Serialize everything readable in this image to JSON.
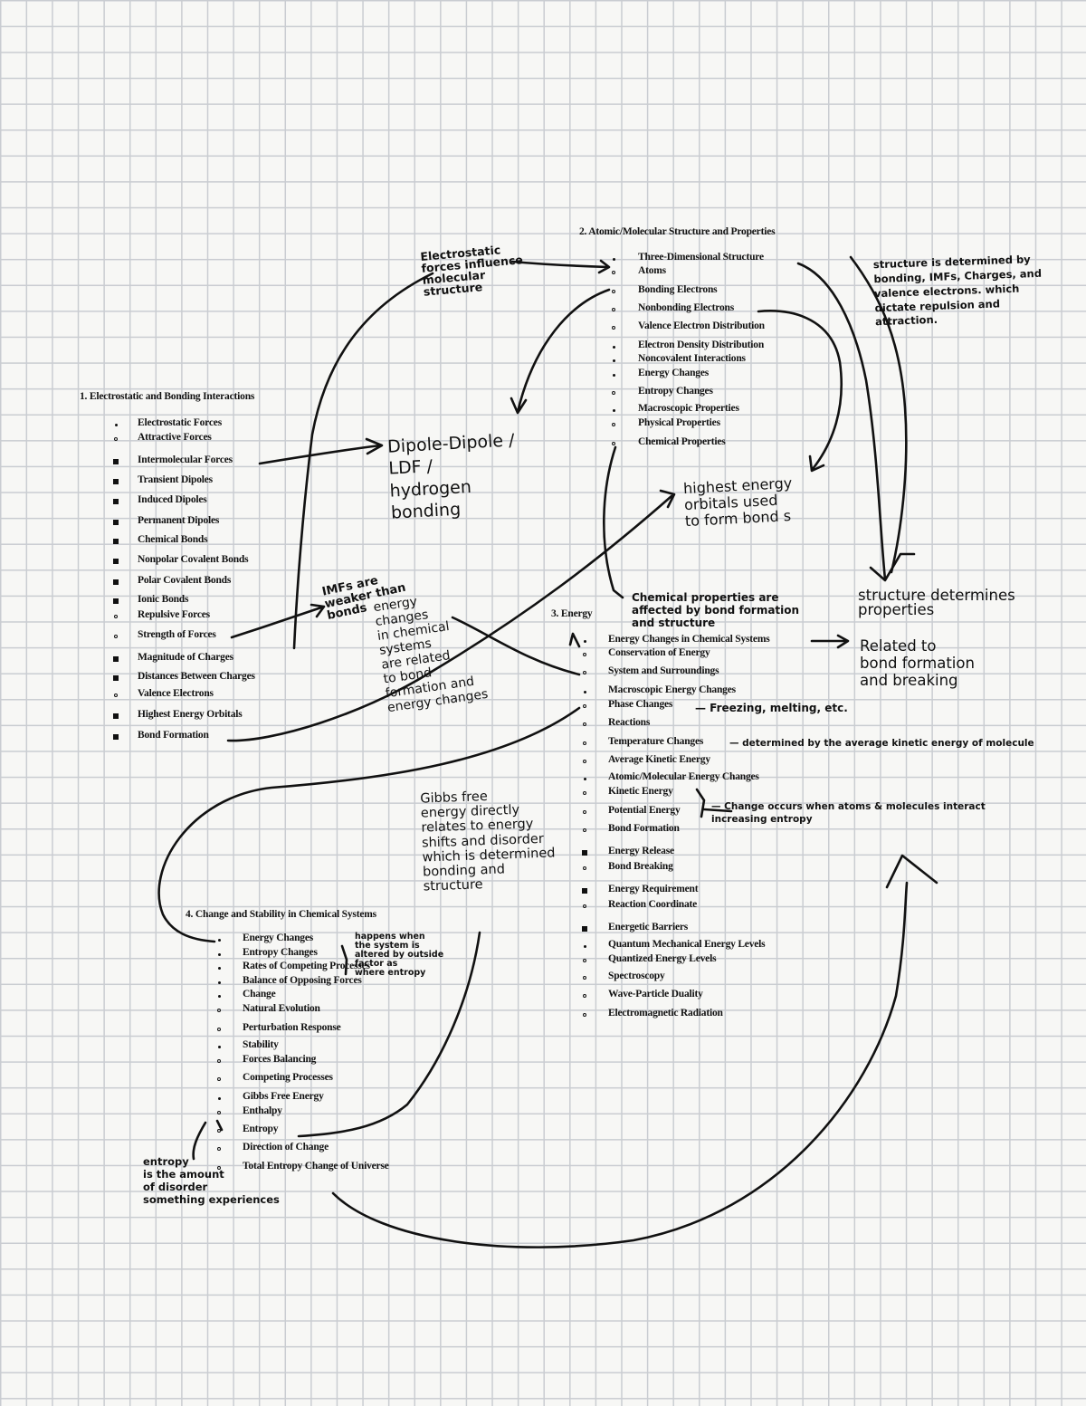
{
  "sections": [
    {
      "id": "electrostatic",
      "title": "1. Electrostatic and Bonding Interactions",
      "items": [
        {
          "label": "Electrostatic Forces",
          "bullet": "dot"
        },
        {
          "label": "Attractive Forces",
          "bullet": "circle"
        },
        {
          "label": "Intermolecular Forces",
          "bullet": "square"
        },
        {
          "label": "Transient Dipoles",
          "bullet": "square"
        },
        {
          "label": "Induced Dipoles",
          "bullet": "square"
        },
        {
          "label": "Permanent Dipoles",
          "bullet": "square"
        },
        {
          "label": "Chemical Bonds",
          "bullet": "square"
        },
        {
          "label": "Nonpolar Covalent Bonds",
          "bullet": "square"
        },
        {
          "label": "Polar Covalent Bonds",
          "bullet": "square"
        },
        {
          "label": "Ionic Bonds",
          "bullet": "square"
        },
        {
          "label": "Repulsive Forces",
          "bullet": "circle"
        },
        {
          "label": "Strength of Forces",
          "bullet": "circle"
        },
        {
          "label": "Magnitude of Charges",
          "bullet": "square"
        },
        {
          "label": "Distances Between Charges",
          "bullet": "square"
        },
        {
          "label": "Valence Electrons",
          "bullet": "circle"
        },
        {
          "label": "Highest Energy Orbitals",
          "bullet": "square"
        },
        {
          "label": "Bond Formation",
          "bullet": "square"
        }
      ]
    },
    {
      "id": "structure",
      "title": "2. Atomic/Molecular Structure and Properties",
      "items": [
        {
          "label": "Three-Dimensional Structure",
          "bullet": "dot"
        },
        {
          "label": "Atoms",
          "bullet": "circle"
        },
        {
          "label": "Bonding Electrons",
          "bullet": "circle"
        },
        {
          "label": "Nonbonding Electrons",
          "bullet": "circle"
        },
        {
          "label": "Valence Electron Distribution",
          "bullet": "circle"
        },
        {
          "label": "Electron Density Distribution",
          "bullet": "dot"
        },
        {
          "label": "Noncovalent Interactions",
          "bullet": "dot"
        },
        {
          "label": "Energy Changes",
          "bullet": "dot"
        },
        {
          "label": "Entropy Changes",
          "bullet": "circle"
        },
        {
          "label": "Macroscopic Properties",
          "bullet": "dot"
        },
        {
          "label": "Physical Properties",
          "bullet": "circle"
        },
        {
          "label": "Chemical Properties",
          "bullet": "circle"
        }
      ]
    },
    {
      "id": "energy",
      "title": "3. Energy",
      "items": [
        {
          "label": "Energy Changes in Chemical Systems",
          "bullet": "dot"
        },
        {
          "label": "Conservation of Energy",
          "bullet": "circle"
        },
        {
          "label": "System and Surroundings",
          "bullet": "circle"
        },
        {
          "label": "Macroscopic Energy Changes",
          "bullet": "dot"
        },
        {
          "label": "Phase Changes",
          "bullet": "circle"
        },
        {
          "label": "Reactions",
          "bullet": "circle"
        },
        {
          "label": "Temperature Changes",
          "bullet": "circle"
        },
        {
          "label": "Average Kinetic Energy",
          "bullet": "circle"
        },
        {
          "label": "Atomic/Molecular Energy Changes",
          "bullet": "dot"
        },
        {
          "label": "Kinetic Energy",
          "bullet": "circle"
        },
        {
          "label": "Potential Energy",
          "bullet": "circle"
        },
        {
          "label": "Bond Formation",
          "bullet": "circle"
        },
        {
          "label": "Energy Release",
          "bullet": "square"
        },
        {
          "label": "Bond Breaking",
          "bullet": "circle"
        },
        {
          "label": "Energy Requirement",
          "bullet": "square"
        },
        {
          "label": "Reaction Coordinate",
          "bullet": "circle"
        },
        {
          "label": "Energetic Barriers",
          "bullet": "square"
        },
        {
          "label": "Quantum Mechanical Energy Levels",
          "bullet": "dot"
        },
        {
          "label": "Quantized Energy Levels",
          "bullet": "circle"
        },
        {
          "label": "Spectroscopy",
          "bullet": "circle"
        },
        {
          "label": "Wave-Particle Duality",
          "bullet": "circle"
        },
        {
          "label": "Electromagnetic Radiation",
          "bullet": "circle"
        }
      ]
    },
    {
      "id": "change",
      "title": "4. Change and Stability in Chemical Systems",
      "items": [
        {
          "label": "Energy Changes",
          "bullet": "dot"
        },
        {
          "label": "Entropy Changes",
          "bullet": "dot"
        },
        {
          "label": "Rates of Competing Processes",
          "bullet": "dot"
        },
        {
          "label": "Balance of Opposing Forces",
          "bullet": "dot"
        },
        {
          "label": "Change",
          "bullet": "dot"
        },
        {
          "label": "Natural Evolution",
          "bullet": "circle"
        },
        {
          "label": "Perturbation Response",
          "bullet": "circle"
        },
        {
          "label": "Stability",
          "bullet": "dot"
        },
        {
          "label": "Forces Balancing",
          "bullet": "circle"
        },
        {
          "label": "Competing Processes",
          "bullet": "circle"
        },
        {
          "label": "Gibbs Free Energy",
          "bullet": "dot"
        },
        {
          "label": "Enthalpy",
          "bullet": "circle"
        },
        {
          "label": "Entropy",
          "bullet": "circle"
        },
        {
          "label": "Direction of Change",
          "bullet": "circle"
        },
        {
          "label": "Total Entropy Change of Universe",
          "bullet": "circle"
        }
      ]
    }
  ],
  "notes": {
    "electrostatic_forces": "Electrostatic\nforces influence\nmolecular\nstructure",
    "dipole": "Dipole-Dipole /\nLDF /\nhydrogen\nbonding",
    "imfs": "IMFs are\nweaker than\nbonds",
    "energy_changes": "energy\nchanges\nin chemical\nsystems\nare related\nto bond\nformation and\nenergy changes",
    "highest_energy": "highest energy\norbitals used\nto form bond s",
    "structure_determined": "structure is determined by\nbonding, IMFs, Charges, and\nvalence electrons. which\ndictate repulsion and\nattraction.",
    "structure_determines": "structure determines\nproperties",
    "chemical_properties": "Chemical properties are\naffected by bond formation\nand structure",
    "related_bond": "Related to\nbond formation\nand breaking",
    "phase_changes": "— Freezing, melting, etc.",
    "temperature_changes": "— determined by the average kinetic energy of molecule",
    "change_occurs": "— Change occurs when atoms & molecules interact\nincreasing entropy",
    "gibbs": "Gibbs free\nenergy directly\nrelates to energy\nshifts and disorder\nwhich is determined\nbonding and\nstructure",
    "happens_when": "happens when\nthe system is\naltered by outside\nfactor as\nwhere entropy",
    "entropy_def": "entropy\nis the amount\nof disorder\nsomething experiences"
  }
}
